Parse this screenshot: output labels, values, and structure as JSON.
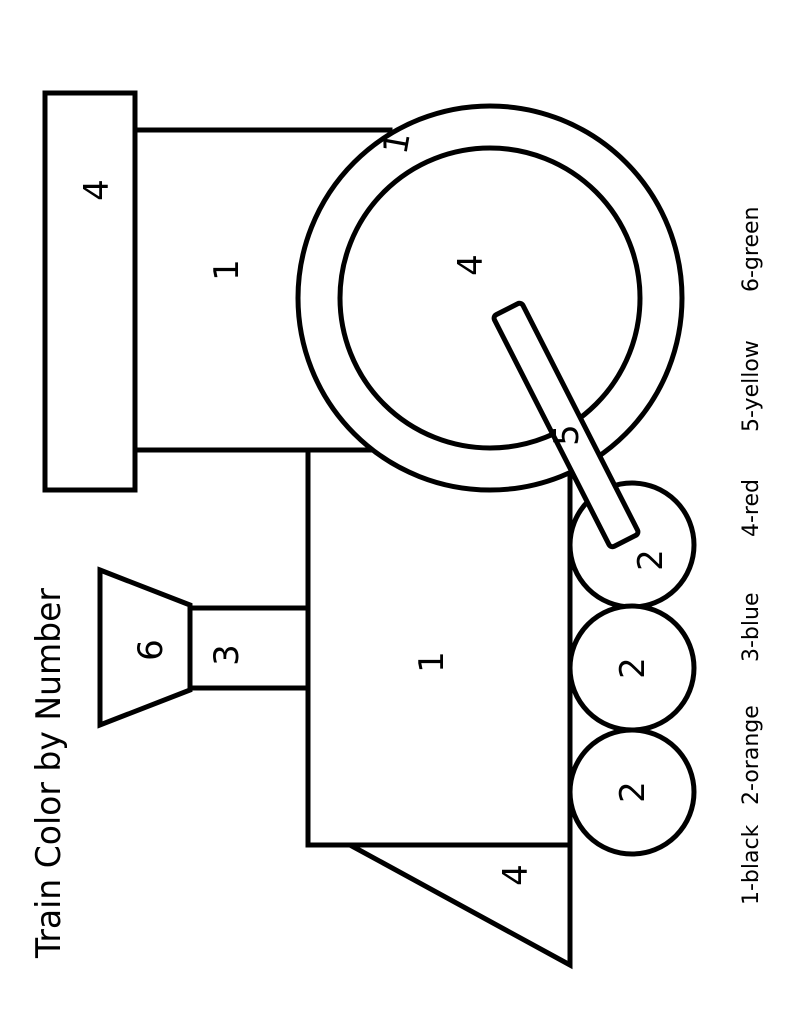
{
  "title": "Train Color by Number",
  "legend": [
    "1-black",
    "2-orange",
    "3-blue",
    "4-red",
    "5-yellow",
    "6-green"
  ],
  "labels": {
    "cab_roof": "4",
    "cab": "1",
    "boiler_rim": "1",
    "boiler": "4",
    "rod": "5",
    "body": "1",
    "chimney_top": "6",
    "chimney": "3",
    "cowcatcher": "4",
    "wheel1": "2",
    "wheel2": "2",
    "wheel3": "2"
  }
}
